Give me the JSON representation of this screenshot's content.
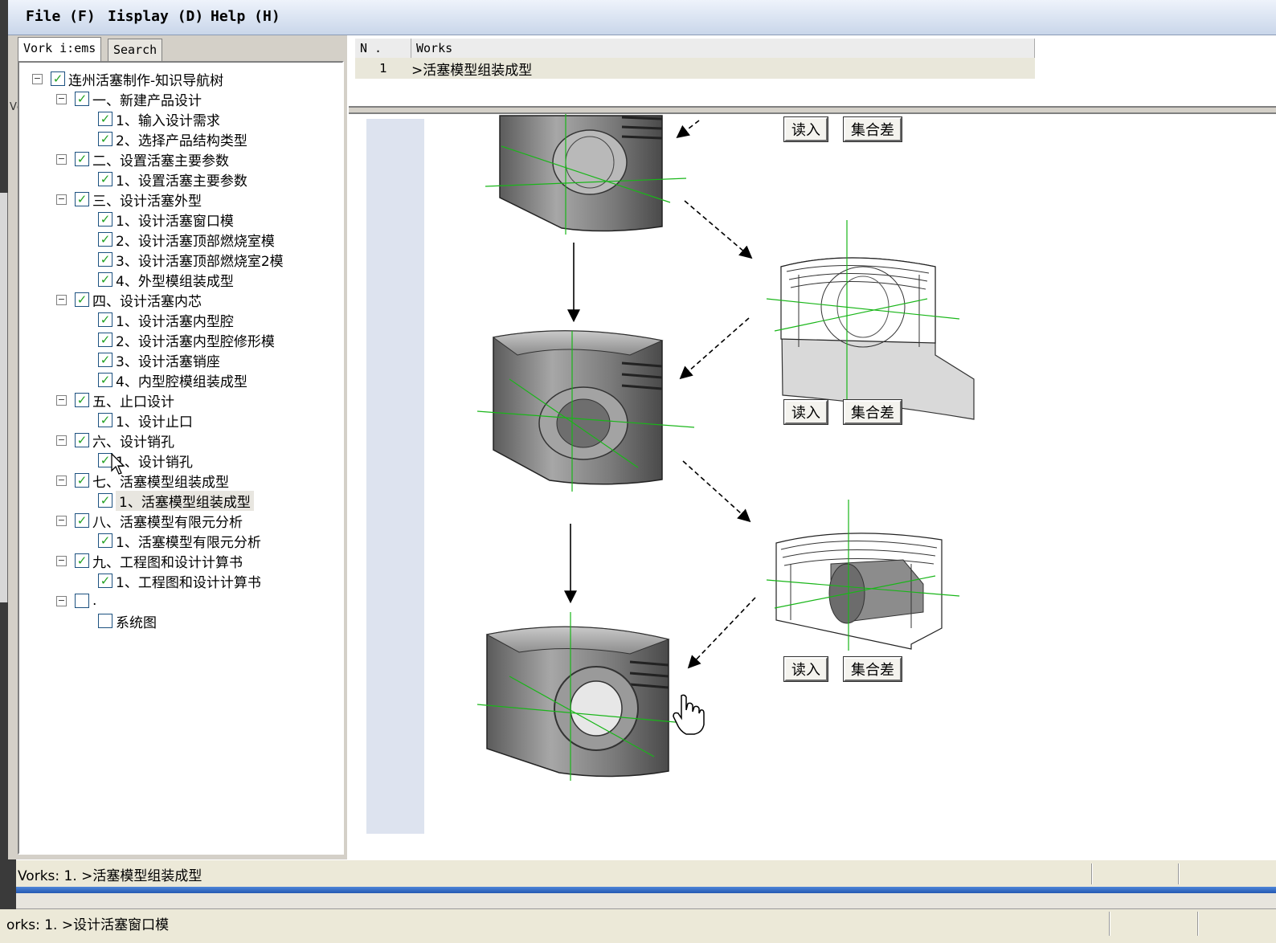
{
  "menu": {
    "file": "File (F)",
    "display": "Iisplay (D)",
    "help": "Help (H)"
  },
  "left_tabs": {
    "work_items": "Vork i:ems",
    "search": "Search"
  },
  "tree": {
    "root": "连州活塞制作-知识导航树",
    "row_prefix_label": "Vc",
    "nodes": [
      {
        "label": "一、新建产品设计",
        "children": [
          "1、输入设计需求",
          "2、选择产品结构类型"
        ]
      },
      {
        "label": "二、设置活塞主要参数",
        "children": [
          "1、设置活塞主要参数"
        ]
      },
      {
        "label": "三、设计活塞外型",
        "children": [
          "1、设计活塞窗口模",
          "2、设计活塞顶部燃烧室模",
          "3、设计活塞顶部燃烧室2模",
          "4、外型模组装成型"
        ]
      },
      {
        "label": "四、设计活塞内芯",
        "children": [
          "1、设计活塞内型腔",
          "2、设计活塞内型腔修形模",
          "3、设计活塞销座",
          "4、内型腔模组装成型"
        ]
      },
      {
        "label": "五、止口设计",
        "children": [
          "1、设计止口"
        ]
      },
      {
        "label": "六、设计销孔",
        "children": [
          "1、设计销孔"
        ]
      },
      {
        "label": "七、活塞模型组装成型",
        "children": [
          "1、活塞模型组装成型"
        ]
      },
      {
        "label": "八、活塞模型有限元分析",
        "children": [
          "1、活塞模型有限元分析"
        ]
      },
      {
        "label": "九、工程图和设计计算书",
        "children": [
          "1、工程图和设计计算书"
        ]
      },
      {
        "label": ".",
        "children": [
          "系统图"
        ]
      }
    ]
  },
  "works_table": {
    "col_n": "N .",
    "col_works": "Works",
    "rows": [
      {
        "n": "1",
        "work": ">活塞模型组装成型"
      }
    ]
  },
  "canvas_buttons": {
    "read": "读入",
    "set_diff_top": "集合差",
    "set_diff": "集合差"
  },
  "status": {
    "line1": "Vorks: 1. >活塞模型组装成型",
    "line2": "orks: 1. >设计活塞窗口模"
  },
  "colors": {
    "axis_green": "#19b619",
    "piston_gray": "#8a8a8a",
    "menubar_blue": "#c9d6ea",
    "check_green": "#21a121"
  }
}
